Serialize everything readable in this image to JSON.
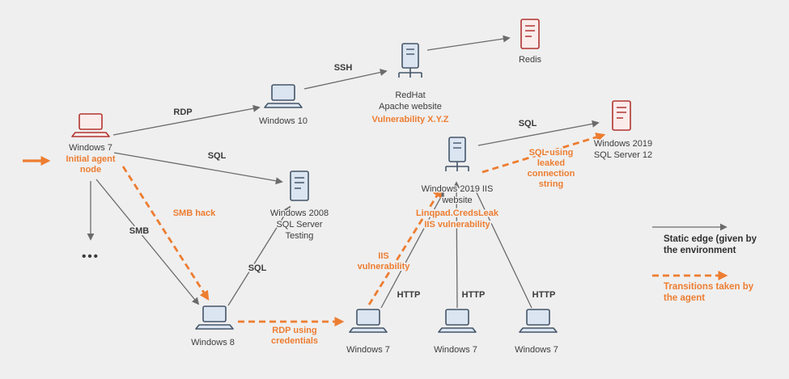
{
  "background": "#EFEFEF",
  "colors": {
    "orange": "#ED7D31",
    "red": "#B23430",
    "icon_blue_fill": "#DBE5F1",
    "icon_stroke": "#445569",
    "edge_gray": "#6B6B6B",
    "text": "#3C3C3C"
  },
  "nodes": {
    "win7_initial": {
      "label": "Windows 7",
      "note_line1": "Initial agent",
      "note_line2": "node"
    },
    "win10": {
      "label": "Windows 10"
    },
    "redhat_apache": {
      "label_line1": "RedHat",
      "label_line2": "Apache website",
      "vuln": "Vulnerability X.Y.Z"
    },
    "redis": {
      "label": "Redis"
    },
    "win2008_sql": {
      "label_line1": "Windows 2008",
      "label_line2": "SQL Server",
      "label_line3": "Testing"
    },
    "win8": {
      "label": "Windows 8"
    },
    "win2019_iis": {
      "label_line1": "Windows 2019 IIS",
      "label_line2": "website",
      "vuln_line1": "Linqpad.CredsLeak",
      "vuln_line2": "IIS vulnerability"
    },
    "win2019_sql": {
      "label_line1": "Windows 2019",
      "label_line2": "SQL Server 12"
    },
    "win7_web1": {
      "label": "Windows 7"
    },
    "win7_web2": {
      "label": "Windows 7"
    },
    "win7_web3": {
      "label": "Windows 7"
    },
    "ellipsis": "•••"
  },
  "edge_labels": {
    "rdp": "RDP",
    "ssh": "SSH",
    "sql_win7_to_2008": "SQL",
    "smb": "SMB",
    "sql_win8_to_2008": "SQL",
    "sql_iis_to_2019": "SQL",
    "http_1": "HTTP",
    "http_2": "HTTP",
    "http_3": "HTTP"
  },
  "agent_edge_labels": {
    "smb_hack": "SMB hack",
    "rdp_creds_line1": "RDP using",
    "rdp_creds_line2": "credentials",
    "iis_vuln_line1": "IIS",
    "iis_vuln_line2": "vulnerability",
    "sql_leak_line1": "SQL using",
    "sql_leak_line2": "leaked",
    "sql_leak_line3": "connection",
    "sql_leak_line4": "string"
  },
  "legend": {
    "static_line1": "Static edge (given by",
    "static_line2": "the environment",
    "agent_line1": "Transitions taken by",
    "agent_line2": "the agent"
  }
}
